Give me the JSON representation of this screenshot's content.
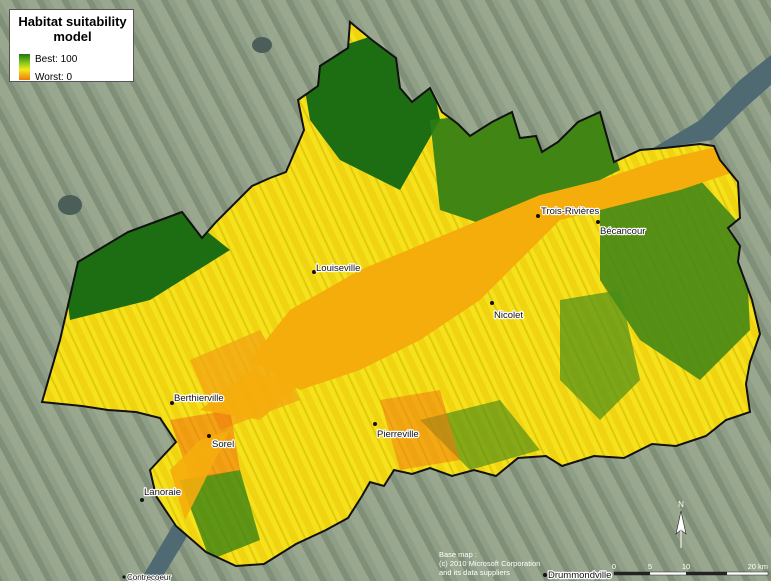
{
  "legend": {
    "title_line1": "Habitat suitability",
    "title_line2": "model",
    "best_label": "Best: 100",
    "worst_label": "Worst: 0"
  },
  "cities": [
    {
      "id": "trois-rivieres",
      "name": "Trois-Rivières"
    },
    {
      "id": "becancour",
      "name": "Bécancour"
    },
    {
      "id": "louiseville",
      "name": "Louiseville"
    },
    {
      "id": "nicolet",
      "name": "Nicolet"
    },
    {
      "id": "berthierville",
      "name": "Berthierville"
    },
    {
      "id": "sorel",
      "name": "Sorel"
    },
    {
      "id": "pierreville",
      "name": "Pierreville"
    },
    {
      "id": "lanoraie",
      "name": "Lanoraie"
    },
    {
      "id": "drummondville",
      "name": "Drummondville"
    },
    {
      "id": "contrecoeur",
      "name": "Contrecoeur"
    }
  ],
  "credit": {
    "line1": "Base map :",
    "line2": "(c) 2010 Microsoft Corporation",
    "line3": "and its data suppliers"
  },
  "scale_bar": {
    "ticks": [
      "0",
      "5",
      "10",
      "20 km"
    ]
  },
  "north_arrow": {
    "label": "N"
  },
  "colors": {
    "best": "#1a7a0a",
    "mid_high": "#8cc820",
    "mid": "#f3e81a",
    "worst": "#f07a10",
    "river": "#f5ad0c",
    "boundary": "#111111",
    "base_map": "#8a9a84"
  }
}
